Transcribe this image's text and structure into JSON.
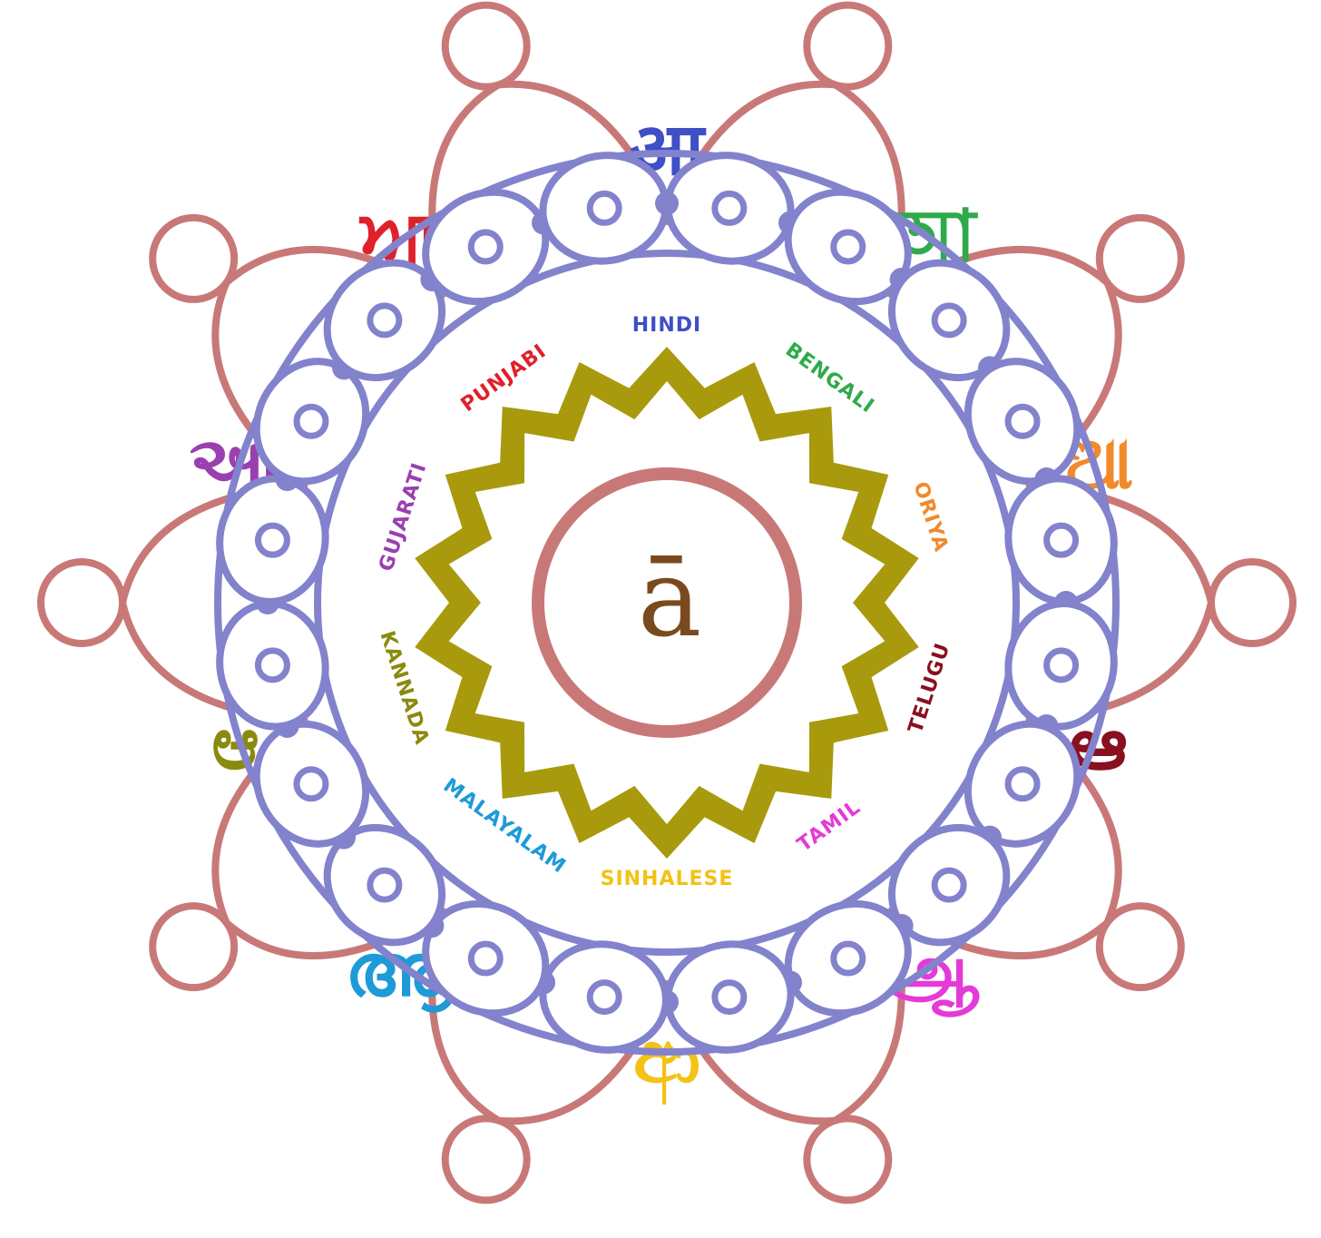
{
  "center": {
    "letter": "ā",
    "color": "#7a4a1e",
    "ring_color": "#c97878"
  },
  "colors": {
    "petal_outline": "#c97878",
    "bead_chain": "#8283cc",
    "star_band": "#a89a0c"
  },
  "petals": [
    {
      "language": "Hindi",
      "glyph": "आ",
      "color": "#3f4fc4"
    },
    {
      "language": "Bengali",
      "glyph": "আ",
      "color": "#2eaa4a"
    },
    {
      "language": "Oriya",
      "glyph": "ଆ",
      "color": "#f08a2a"
    },
    {
      "language": "Telugu",
      "glyph": "ఆ",
      "color": "#8a0f1f"
    },
    {
      "language": "Tamil",
      "glyph": "ஆ",
      "color": "#e53ad6"
    },
    {
      "language": "Sinhalese",
      "glyph": "ආ",
      "color": "#f3c214"
    },
    {
      "language": "Malayalam",
      "glyph": "ആ",
      "color": "#1e9ad8"
    },
    {
      "language": "Kannada",
      "glyph": "ಆ",
      "color": "#8a8a0e"
    },
    {
      "language": "Gujarati",
      "glyph": "આ",
      "color": "#9a3fb0"
    },
    {
      "language": "Punjabi",
      "glyph": "ਆ",
      "color": "#e0202a"
    }
  ],
  "labels": [
    {
      "text": "HINDI",
      "color": "#3f4fc4"
    },
    {
      "text": "BENGALI",
      "color": "#2eaa4a"
    },
    {
      "text": "ORIYA",
      "color": "#f08a2a"
    },
    {
      "text": "TELUGU",
      "color": "#8a0f1f"
    },
    {
      "text": "TAMIL",
      "color": "#e53ad6"
    },
    {
      "text": "SINHALESE",
      "color": "#f3c214"
    },
    {
      "text": "MALAYALAM",
      "color": "#1e9ad8"
    },
    {
      "text": "KANNADA",
      "color": "#8a8a0e"
    },
    {
      "text": "GUJARATI",
      "color": "#9a3fb0"
    },
    {
      "text": "PUNJABI",
      "color": "#e0202a"
    }
  ]
}
